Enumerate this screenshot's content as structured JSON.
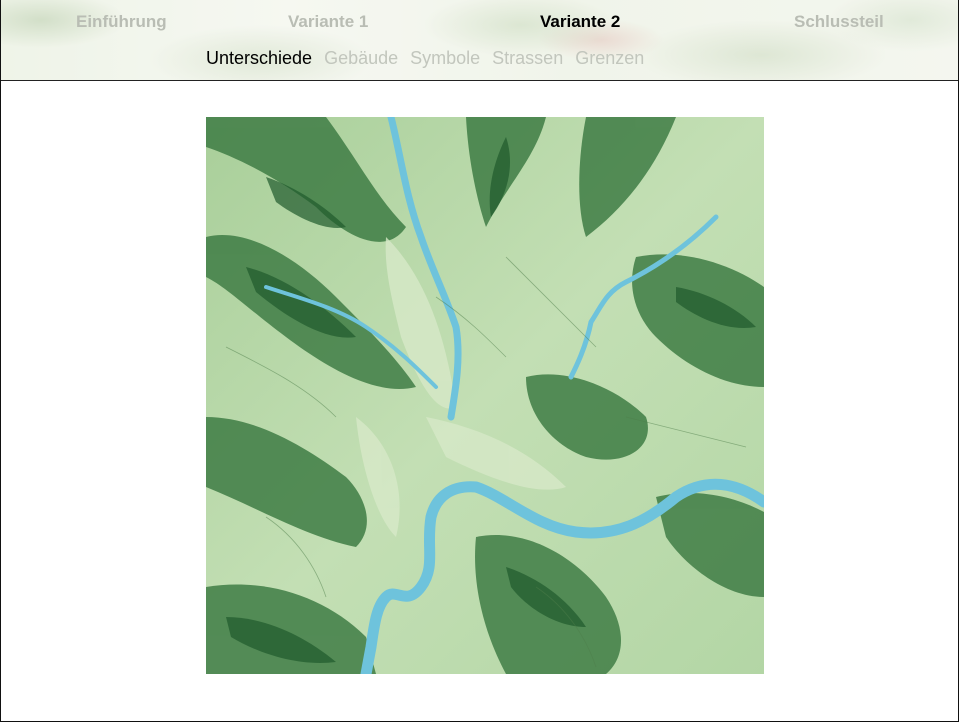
{
  "nav": {
    "top": [
      {
        "label": "Einführung"
      },
      {
        "label": "Variante 1"
      },
      {
        "label": "Variante 2"
      },
      {
        "label": "Schlussteil"
      }
    ],
    "sub": [
      {
        "label": "Unterschiede"
      },
      {
        "label": "Gebäude"
      },
      {
        "label": "Symbole"
      },
      {
        "label": "Strassen"
      },
      {
        "label": "Grenzen"
      }
    ],
    "active_top": "Variante 2",
    "active_sub": "Unterschiede"
  },
  "colors": {
    "nav_inactive": "#b9bdb4",
    "nav_active": "#000000",
    "water": "#6ec3dc",
    "forest_dark": "#2f6b3a",
    "forest_mid": "#5f9a5a",
    "meadow": "#b7d7a8"
  },
  "map": {
    "icon": "topographic-map-image"
  }
}
